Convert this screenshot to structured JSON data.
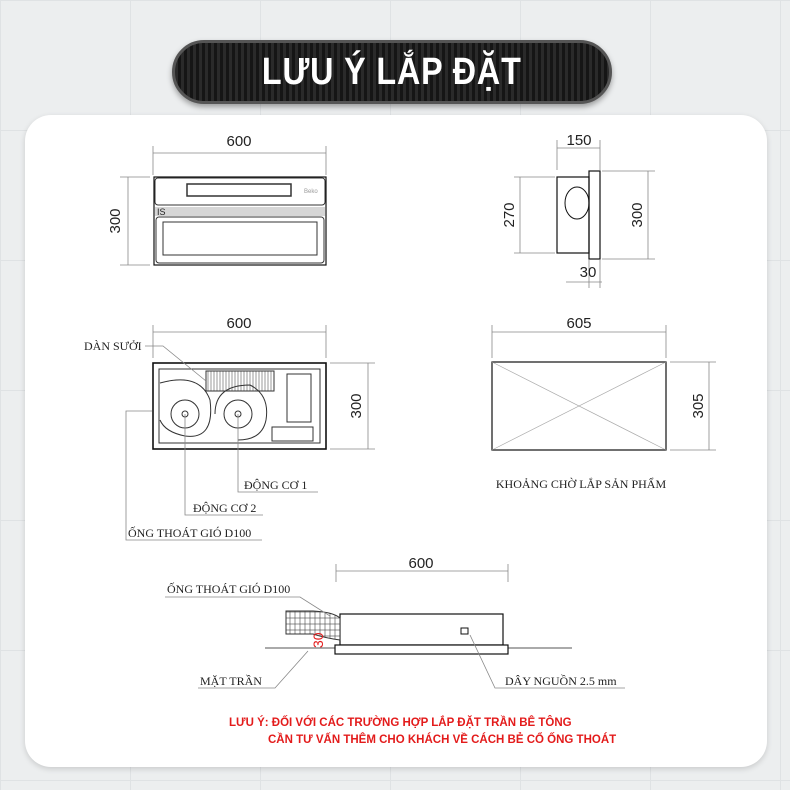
{
  "title": "LƯU Ý LẮP ĐẶT",
  "front_view": {
    "width": "600",
    "height": "300",
    "brand": "Beko",
    "model": "IS"
  },
  "side_view": {
    "depth": "150",
    "inner_height": "270",
    "height": "300",
    "flange": "30"
  },
  "top_view": {
    "width": "600",
    "height": "300",
    "labels": {
      "heater": "DÀN SƯỞI",
      "motor1": "ĐỘNG CƠ 1",
      "motor2": "ĐỘNG CƠ 2",
      "duct": "ỐNG THOÁT GIÓ D100"
    }
  },
  "cutout": {
    "width": "605",
    "height": "305",
    "label": "KHOẢNG CHỜ LẮP SẢN PHẨM"
  },
  "install_view": {
    "width": "600",
    "gap": "30",
    "duct": "ỐNG THOÁT GIÓ D100",
    "ceiling": "MẶT TRẦN",
    "power": "DÂY NGUỒN 2.5 mm"
  },
  "note": {
    "line1": "LƯU Ý: ĐỐI VỚI CÁC TRƯỜNG HỢP LẮP ĐẶT TRẦN BÊ TÔNG",
    "line2": "CẦN TƯ VẤN THÊM CHO KHÁCH VỀ CÁCH BẺ CỔ ỐNG THOÁT"
  },
  "colors": {
    "note": "#e31b1b",
    "pill": "#1e1e1e"
  }
}
